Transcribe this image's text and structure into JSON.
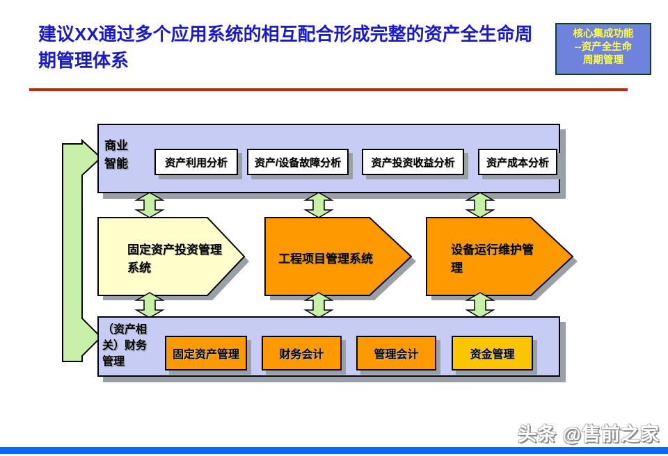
{
  "slide": {
    "title": {
      "lines": [
        "建议XX通过多个应用系统的相互配合形成完整的资产全生命周",
        "期管理体系"
      ],
      "color": "#1a1ac8"
    },
    "corner_badge": {
      "lines": [
        "核心集成功能",
        "--资产全生命",
        "周期管理"
      ],
      "bg_color": "#6e82de",
      "text_color": "#ffff45",
      "border_color": "#123c30"
    },
    "divider_color": "#cc2200",
    "watermark": "头条 @售前之家",
    "footer_bar_color": "#0a68f0"
  },
  "diagram": {
    "band_fill": "#c6ccf4",
    "shadow_color": "#9aa0a8",
    "connector_fill": "#c8f0a8",
    "top_band": {
      "label": "商业智能",
      "label_lines": [
        "商业",
        "智能"
      ],
      "box_fill": "#ffffff",
      "boxes": [
        "资产利用分析",
        "资产/设备故障分析",
        "资产投资收益分析",
        "资产成本分析"
      ]
    },
    "systems": [
      {
        "label": "固定资产投资管理系统",
        "lines": [
          "固定资产投资管理",
          "系统"
        ],
        "fill": "#ffffcc"
      },
      {
        "label": "工程项目管理系统",
        "lines": [
          "工程项目管理系统",
          ""
        ],
        "fill": "#ff9900"
      },
      {
        "label": "设备运行维护管理",
        "lines": [
          "设备运行维护管",
          "理"
        ],
        "fill": "#ff9900"
      }
    ],
    "bottom_band": {
      "label": "（资产相关）财务管理",
      "label_lines": [
        "（资产相",
        "关）财务",
        "管理"
      ],
      "boxes": [
        {
          "label": "固定资产管理",
          "fill": "#ff9900"
        },
        {
          "label": "财务会计",
          "fill": "#ff9900"
        },
        {
          "label": "管理会计",
          "fill": "#ff9900"
        },
        {
          "label": "资金管理",
          "fill": "#fbc500"
        }
      ]
    }
  }
}
